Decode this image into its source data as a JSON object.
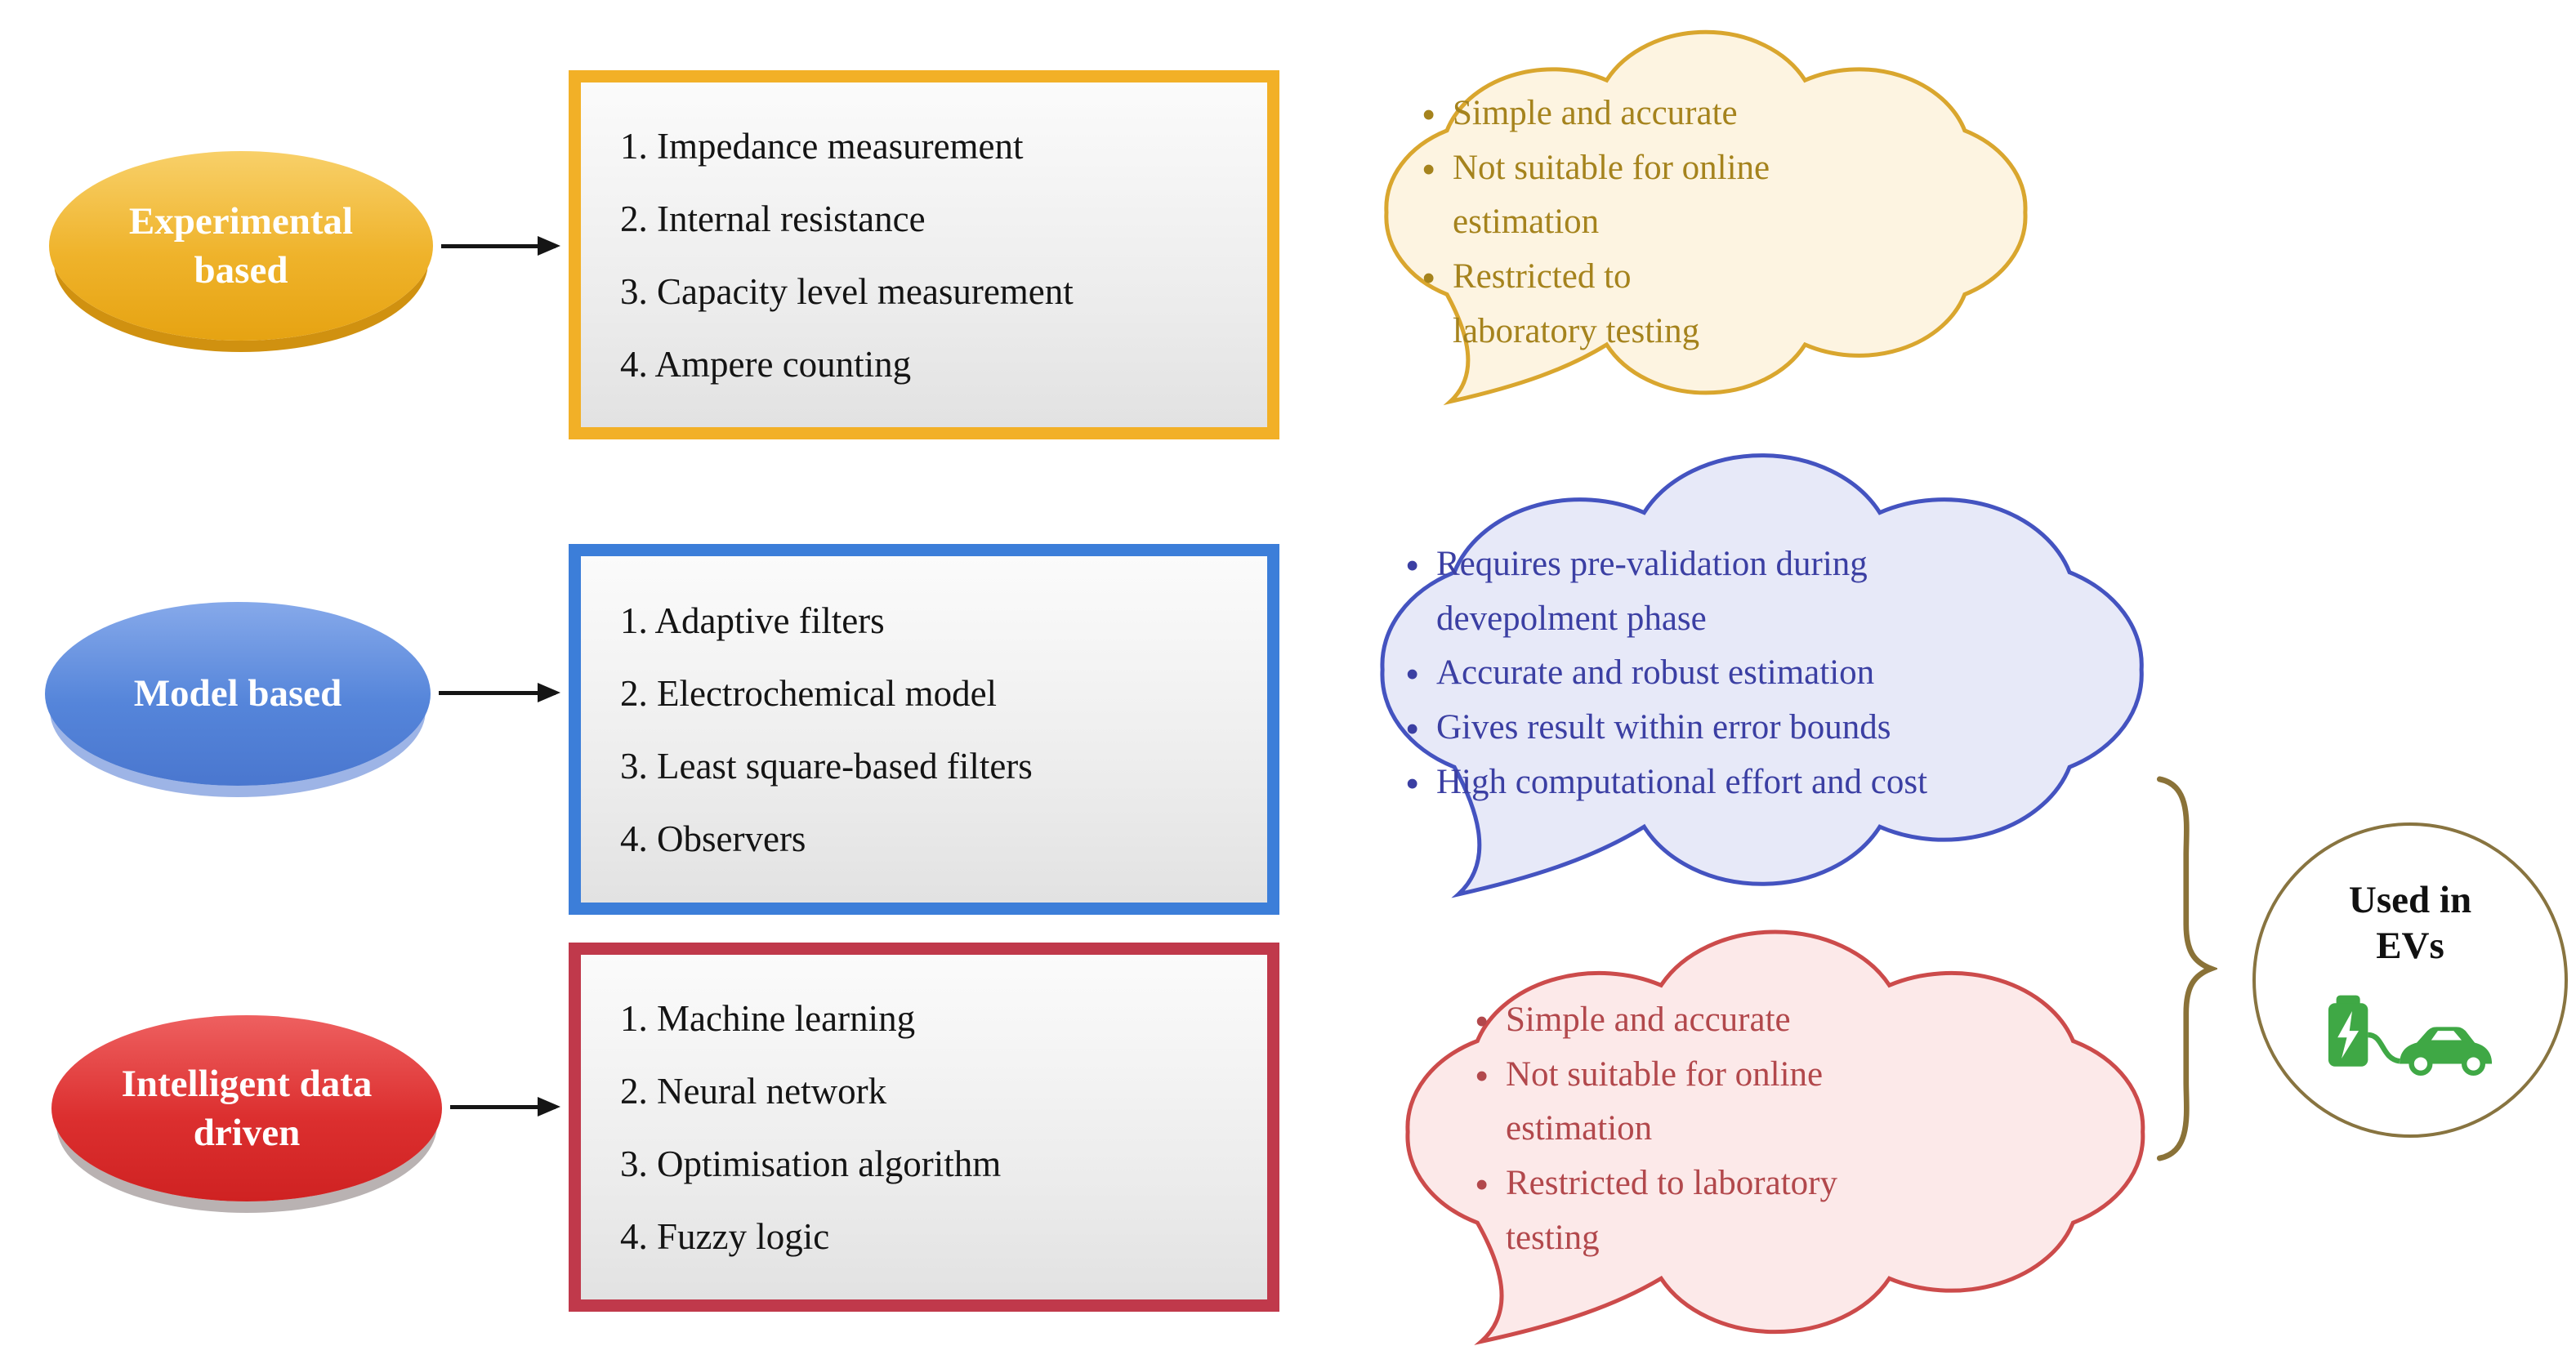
{
  "diagram": {
    "description": "Battery state estimation methods and their suitability for EVs"
  },
  "rows": [
    {
      "label": "Experimental based",
      "methods": [
        "1. Impedance measurement",
        "2. Internal resistance",
        "3. Capacity level measurement",
        "4. Ampere counting"
      ],
      "notes": [
        "Simple and accurate",
        "Not suitable for online estimation",
        "Restricted to laboratory testing"
      ],
      "colors": {
        "accent": "#f2b027",
        "cloud_fill": "#fdf4e1",
        "cloud_stroke": "#d9a62e",
        "cloud_text": "#a5831d"
      }
    },
    {
      "label": "Model based",
      "methods": [
        "1. Adaptive filters",
        "2. Electrochemical model",
        "3. Least square-based filters",
        "4. Observers"
      ],
      "notes": [
        "Requires pre-validation during devepolment phase",
        "Accurate and robust estimation",
        "Gives result within error bounds",
        "High computational effort and cost"
      ],
      "colors": {
        "accent": "#3c7ed9",
        "cloud_fill": "#e7e9f8",
        "cloud_stroke": "#4453c0",
        "cloud_text": "#3b3fa3"
      }
    },
    {
      "label": "Intelligent data driven",
      "methods": [
        "1. Machine learning",
        "2. Neural network",
        "3. Optimisation algorithm",
        "4. Fuzzy logic"
      ],
      "notes": [
        "Simple and accurate",
        "Not suitable for online estimation",
        "Restricted to laboratory testing"
      ],
      "colors": {
        "accent": "#c0394b",
        "cloud_fill": "#fce9e9",
        "cloud_stroke": "#cc4b4b",
        "cloud_text": "#b2484c"
      }
    }
  ],
  "used_in": {
    "label": "Used in EVs",
    "icon": "ev-charging-car-icon",
    "icon_color": "#3fa845",
    "brace_color": "#8a7238"
  }
}
